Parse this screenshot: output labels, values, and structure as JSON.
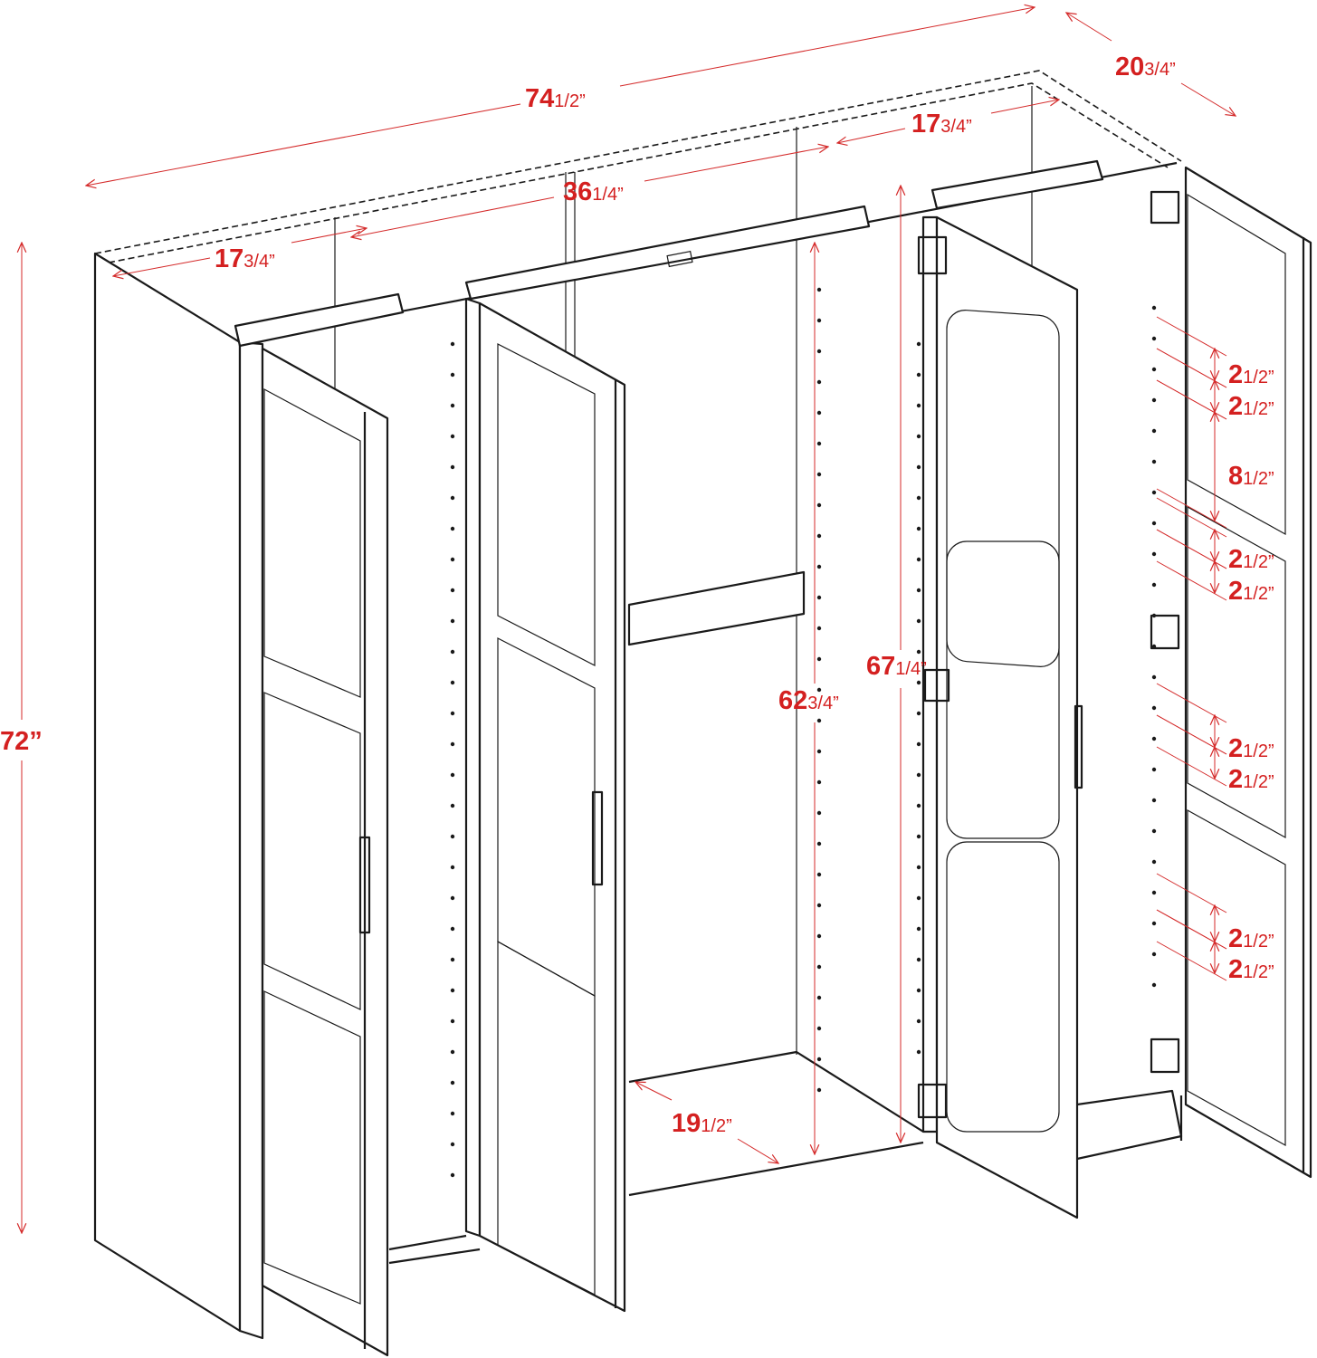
{
  "title": "Wardrobe dimension diagram",
  "accent_color": "#d42020",
  "dimensions": {
    "overall_width": {
      "whole": "74",
      "frac": "1/2”"
    },
    "overall_depth": {
      "whole": "20",
      "frac": "3/4”"
    },
    "section_right_width": {
      "whole": "17",
      "frac": "3/4”"
    },
    "section_center_width": {
      "whole": "36",
      "frac": "1/4”"
    },
    "section_left_width": {
      "whole": "17",
      "frac": "3/4”"
    },
    "overall_height": {
      "whole": "72”",
      "frac": ""
    },
    "side_interior_height": {
      "whole": "67",
      "frac": "1/4”"
    },
    "center_interior_height": {
      "whole": "62",
      "frac": "3/4”"
    },
    "interior_depth": {
      "whole": "19",
      "frac": "1/2”"
    },
    "shelf_spacing": [
      {
        "whole": "2",
        "frac": "1/2”"
      },
      {
        "whole": "2",
        "frac": "1/2”"
      },
      {
        "whole": "8",
        "frac": "1/2”"
      },
      {
        "whole": "2",
        "frac": "1/2”"
      },
      {
        "whole": "2",
        "frac": "1/2”"
      },
      {
        "whole": "2",
        "frac": "1/2”"
      },
      {
        "whole": "2",
        "frac": "1/2”"
      },
      {
        "whole": "2",
        "frac": "1/2”"
      },
      {
        "whole": "2",
        "frac": "1/2”"
      }
    ]
  }
}
